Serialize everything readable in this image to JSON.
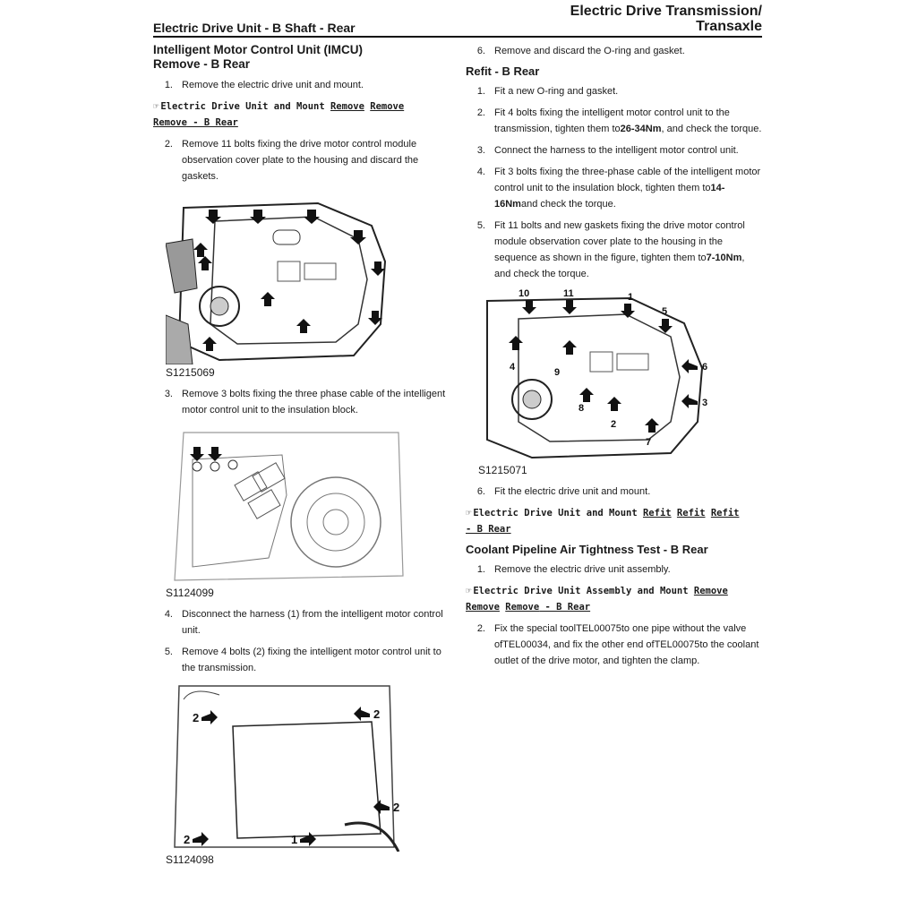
{
  "header": {
    "left_title": "Electric Drive Unit - B Shaft - Rear",
    "right_title_line1": "Electric Drive Transmission/",
    "right_title_line2": "Transaxle"
  },
  "left_column": {
    "title_line1": "Intelligent Motor Control Unit (IMCU)",
    "title_line2": "Remove - B Rear",
    "step1": {
      "num": "1.",
      "text": "Remove the electric drive unit and mount."
    },
    "ref1": {
      "hand": "☞",
      "text": "Electric Drive Unit and Mount",
      "link1": "Remove",
      "link2": "Remove",
      "line2_link": "Remove",
      "line2_suffix": " - B Rear"
    },
    "step2": {
      "num": "2.",
      "text": "Remove 11 bolts fixing the drive motor control module observation cover plate to the housing and discard the gaskets."
    },
    "fig1_label": "S1215069",
    "step3": {
      "num": "3.",
      "text": "Remove 3 bolts fixing the three phase cable of the intelligent motor control unit to the insulation block."
    },
    "fig2_label": "S1124099",
    "step4": {
      "num": "4.",
      "text": "Disconnect the harness (1) from the intelligent motor control unit."
    },
    "step5": {
      "num": "5.",
      "text": "Remove 4 bolts (2) fixing the intelligent motor control unit to the transmission."
    },
    "fig3_callouts": [
      "2",
      "2",
      "2",
      "2",
      "1"
    ],
    "fig3_label": "S1124098"
  },
  "right_column": {
    "step6": {
      "num": "6.",
      "text": "Remove and discard the O-ring and gasket."
    },
    "refit_title": "Refit - B Rear",
    "refit_steps": [
      {
        "num": "1.",
        "text": "Fit a new O-ring and gasket."
      },
      {
        "num": "2.",
        "pre": "Fit 4 bolts fixing the intelligent motor control unit to the transmission, tighten them to",
        "bold": "26-34Nm",
        "post": ", and check the torque."
      },
      {
        "num": "3.",
        "text": "Connect the harness to the intelligent motor control unit."
      },
      {
        "num": "4.",
        "pre": "Fit 3 bolts fixing the three-phase cable of the intelligent motor control unit to the insulation block, tighten them to",
        "bold": "14-16Nm",
        "post": "and check the torque."
      },
      {
        "num": "5.",
        "pre": "Fit 11 bolts and new gaskets fixing the drive motor control module observation cover plate to the housing in the sequence as shown in the figure, tighten them to",
        "bold": "7-10Nm",
        "post": ", and check the torque."
      }
    ],
    "fig4_callouts": [
      "10",
      "11",
      "1",
      "5",
      "4",
      "9",
      "6",
      "8",
      "3",
      "2",
      "7"
    ],
    "fig4_label": "S1215071",
    "step6b": {
      "num": "6.",
      "text": "Fit the electric drive unit and mount."
    },
    "ref2": {
      "hand": "☞",
      "text": "Electric Drive Unit and Mount",
      "link1": "Refit",
      "link2": "Refit",
      "link3": "Refit",
      "line2_suffix": "- B Rear"
    },
    "coolant_title": "Coolant Pipeline Air Tightness Test - B Rear",
    "coolant_step1": {
      "num": "1.",
      "text": "Remove the electric drive unit assembly."
    },
    "ref3": {
      "hand": "☞",
      "text": "Electric Drive Unit Assembly and Mount",
      "link1": "Remove",
      "line2_link1": "Remove",
      "line2_link2": "Remove",
      "line2_suffix": " - B Rear"
    },
    "coolant_step2": {
      "num": "2.",
      "text": "Fix the special toolTEL00075to one pipe without the valve ofTEL00034, and fix the other end ofTEL00075to the coolant outlet of the drive motor, and tighten the clamp."
    }
  }
}
